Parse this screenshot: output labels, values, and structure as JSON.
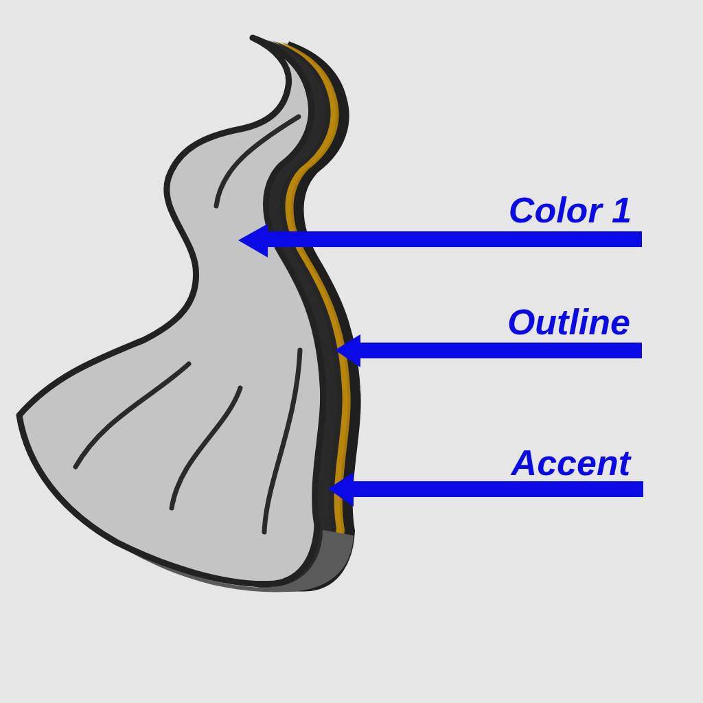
{
  "diagram": {
    "labels": [
      "Color 1",
      "Outline",
      "Accent"
    ]
  }
}
